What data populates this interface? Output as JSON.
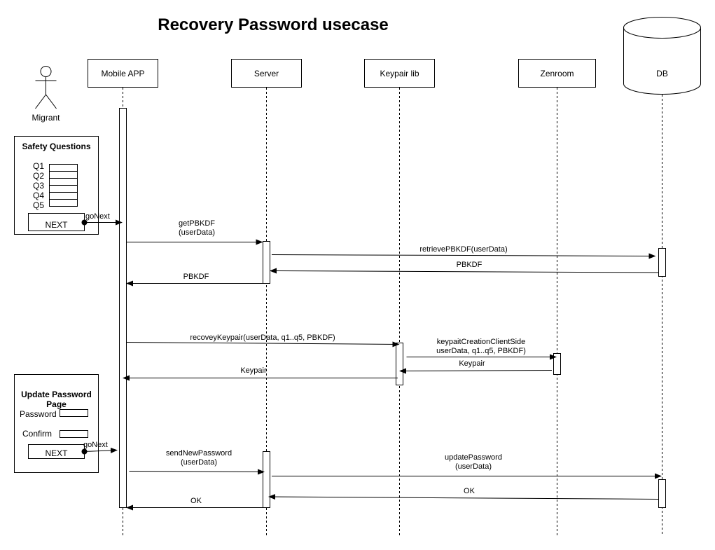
{
  "title": "Recovery Password usecase",
  "actor": {
    "label": "Migrant"
  },
  "participants": {
    "mobile": "Mobile APP",
    "server": "Server",
    "keypair": "Keypair lib",
    "zenroom": "Zenroom",
    "db": "DB"
  },
  "safety_panel": {
    "title": "Safety Questions",
    "questions": [
      "Q1",
      "Q2",
      "Q3",
      "Q4",
      "Q5"
    ],
    "next_label": "NEXT",
    "go_next": "goNext"
  },
  "update_panel": {
    "title_line1": "Update Password",
    "title_line2": "Page",
    "password_label": "Password",
    "confirm_label": "Confirm",
    "next_label": "NEXT",
    "go_next": "goNext"
  },
  "messages": {
    "get_pbkdf_1": "getPBKDF",
    "get_pbkdf_2": "(userData)",
    "retrieve_pbkdf": "retrievePBKDF(userData)",
    "pbkdf_db": "PBKDF",
    "pbkdf_server": "PBKDF",
    "recovery_keypair": "recoveyKeypair(userData, q1..q5, PBKDF)",
    "keypair_creation_1": "keypaitCreationClientSide",
    "keypair_creation_2": "userData, q1..q5, PBKDF)",
    "keypair_zen": "Keypair",
    "keypair_lib": "Keypair",
    "send_new_password_1": "sendNewPassword",
    "send_new_password_2": "(userData)",
    "update_password_1": "updatePassword",
    "update_password_2": "(userData)",
    "ok_db": "OK",
    "ok_server": "OK"
  }
}
